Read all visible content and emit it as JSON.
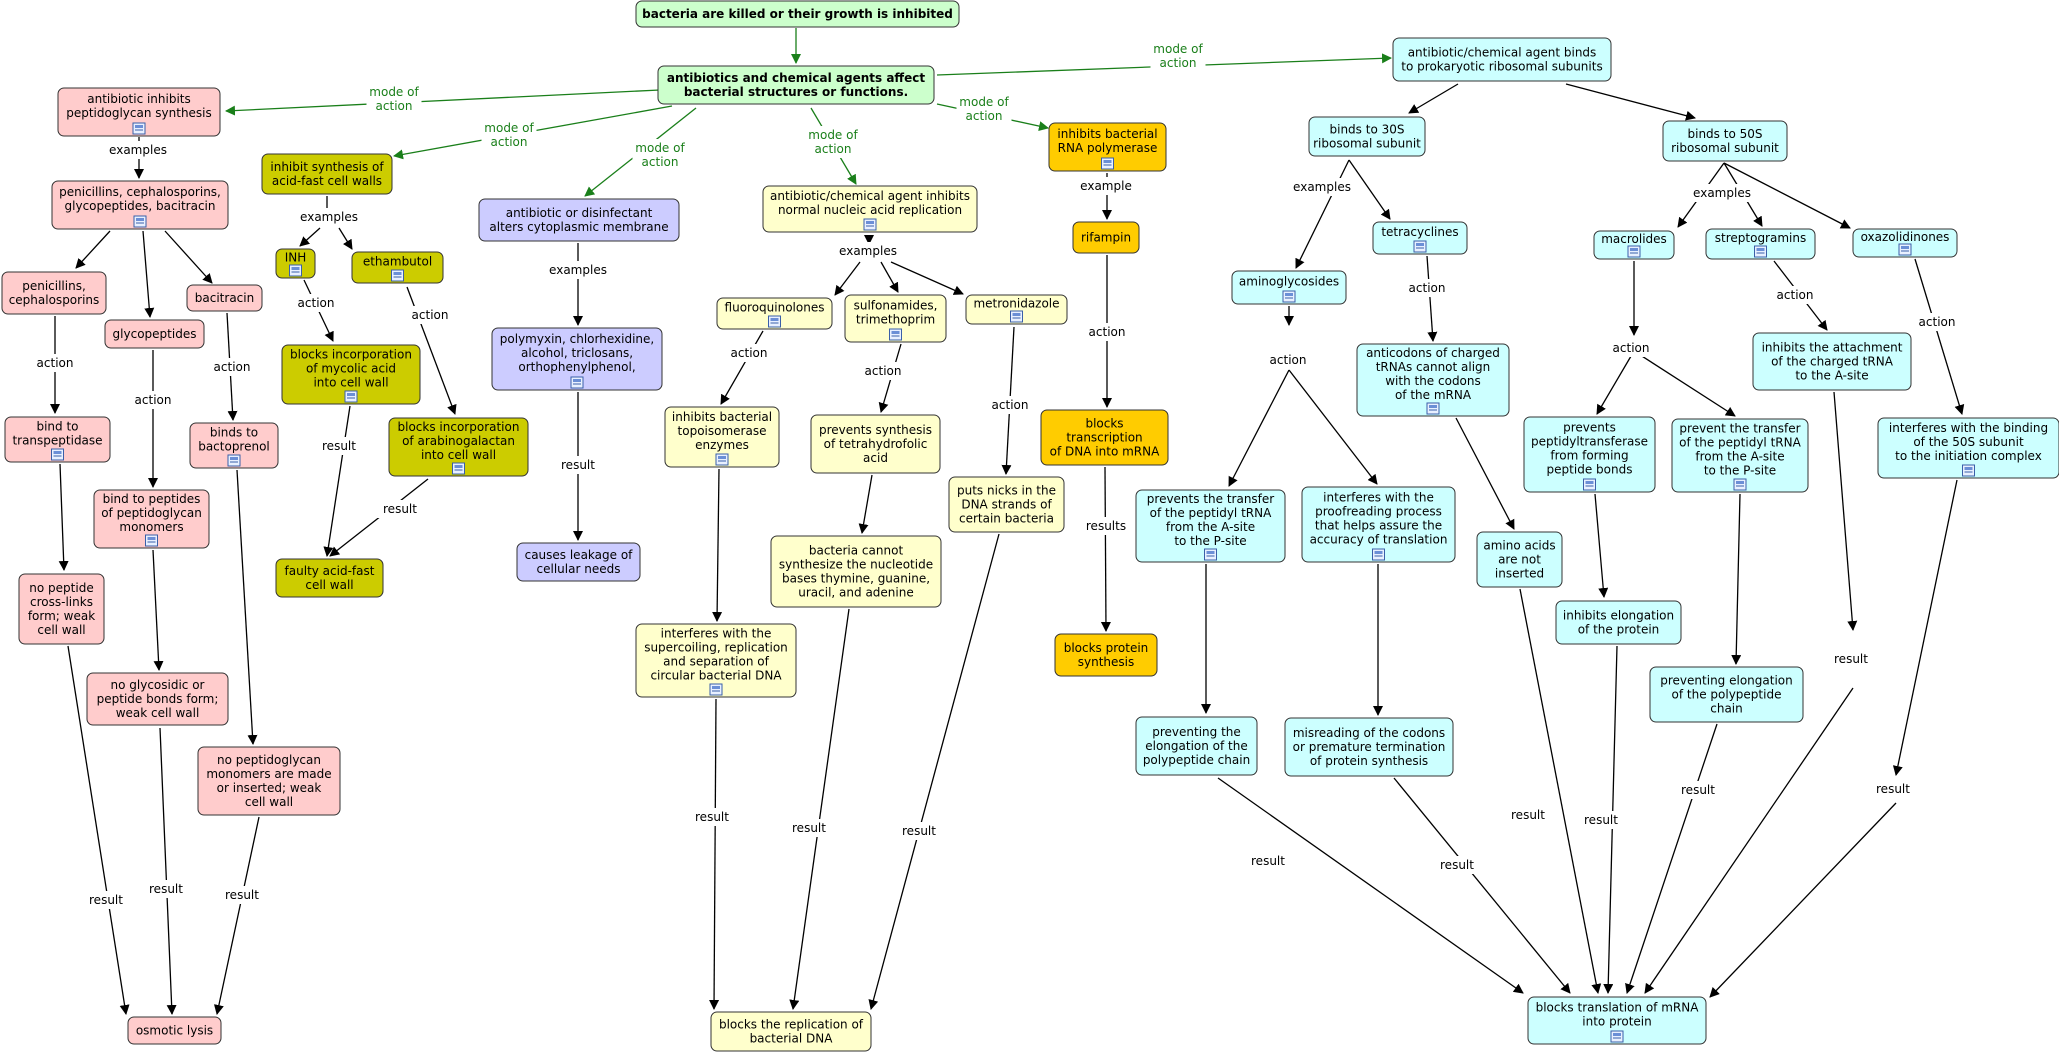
{
  "colors": {
    "green": "#ccffcc",
    "pink": "#ffcccc",
    "olive": "#cccc00",
    "lavender": "#ccccff",
    "cream": "#ffffcc",
    "orange": "#ffcc00",
    "cyan": "#ccffff",
    "linkLabelGreen": "#1a7f1a",
    "edge": "#000000"
  },
  "nodes": [
    {
      "id": "root",
      "lines": [
        "bacteria are killed or their growth is inhibited"
      ],
      "color": "green",
      "bold": true
    },
    {
      "id": "abx",
      "lines": [
        "antibiotics and chemical agents affect",
        "bacterial structures or functions."
      ],
      "color": "green",
      "bold": true
    },
    {
      "id": "pep",
      "lines": [
        "antibiotic inhibits",
        "peptidoglycan synthesis"
      ],
      "color": "pink",
      "icon": true
    },
    {
      "id": "penlist",
      "lines": [
        "penicillins, cephalosporins,",
        "glycopeptides, bacitracin"
      ],
      "color": "pink",
      "icon": true
    },
    {
      "id": "pencep",
      "lines": [
        "penicillins,",
        "cephalosporins"
      ],
      "color": "pink"
    },
    {
      "id": "glyco",
      "lines": [
        "glycopeptides"
      ],
      "color": "pink"
    },
    {
      "id": "baci",
      "lines": [
        "bacitracin"
      ],
      "color": "pink"
    },
    {
      "id": "bindtp",
      "lines": [
        "bind to",
        "transpeptidase"
      ],
      "color": "pink",
      "icon": true
    },
    {
      "id": "bindpep",
      "lines": [
        "bind to peptides",
        "of peptidoglycan",
        "monomers"
      ],
      "color": "pink",
      "icon": true
    },
    {
      "id": "bactop",
      "lines": [
        "binds to",
        "bactoprenol"
      ],
      "color": "pink",
      "icon": true
    },
    {
      "id": "nocross",
      "lines": [
        "no peptide",
        "cross-links",
        "form; weak",
        "cell wall"
      ],
      "color": "pink"
    },
    {
      "id": "noglyc",
      "lines": [
        "no glycosidic or",
        "peptide bonds form;",
        "weak cell wall"
      ],
      "color": "pink"
    },
    {
      "id": "nomono",
      "lines": [
        "no peptidoglycan",
        "monomers are made",
        "or inserted; weak",
        "cell wall"
      ],
      "color": "pink"
    },
    {
      "id": "lysis",
      "lines": [
        "osmotic lysis"
      ],
      "color": "pink"
    },
    {
      "id": "acidfast",
      "lines": [
        "inhibit synthesis of",
        "acid-fast cell walls"
      ],
      "color": "olive"
    },
    {
      "id": "inh",
      "lines": [
        "INH"
      ],
      "color": "olive",
      "icon": true
    },
    {
      "id": "etham",
      "lines": [
        "ethambutol"
      ],
      "color": "olive",
      "icon": true
    },
    {
      "id": "mycolic",
      "lines": [
        "blocks incorporation",
        "of mycolic acid",
        "into cell wall"
      ],
      "color": "olive",
      "icon": true
    },
    {
      "id": "arabino",
      "lines": [
        "blocks incorporation",
        "of arabinogalactan",
        "into cell wall"
      ],
      "color": "olive",
      "icon": true
    },
    {
      "id": "faulty",
      "lines": [
        "faulty acid-fast",
        "cell wall"
      ],
      "color": "olive"
    },
    {
      "id": "membrane",
      "lines": [
        "antibiotic or disinfectant",
        "alters cytoplasmic membrane"
      ],
      "color": "lavender"
    },
    {
      "id": "polymyxin",
      "lines": [
        "polymyxin, chlorhexidine,",
        "alcohol, triclosans,",
        "orthophenylphenol,"
      ],
      "color": "lavender",
      "icon": true
    },
    {
      "id": "leak",
      "lines": [
        "causes leakage of",
        "cellular needs"
      ],
      "color": "lavender"
    },
    {
      "id": "nucleic",
      "lines": [
        "antibiotic/chemical agent inhibits",
        "normal nucleic acid replication"
      ],
      "color": "cream",
      "icon": true
    },
    {
      "id": "fluoro",
      "lines": [
        "fluoroquinolones"
      ],
      "color": "cream",
      "icon": true
    },
    {
      "id": "sulfon",
      "lines": [
        "sulfonamides,",
        "trimethoprim"
      ],
      "color": "cream",
      "icon": true
    },
    {
      "id": "metro",
      "lines": [
        "metronidazole"
      ],
      "color": "cream",
      "icon": true
    },
    {
      "id": "topo",
      "lines": [
        "inhibits bacterial",
        "topoisomerase",
        "enzymes"
      ],
      "color": "cream",
      "icon": true
    },
    {
      "id": "tetrahyd",
      "lines": [
        "prevents synthesis",
        "of tetrahydrofolic",
        "acid"
      ],
      "color": "cream"
    },
    {
      "id": "nicks",
      "lines": [
        "puts nicks in the",
        "DNA strands of",
        "certain bacteria"
      ],
      "color": "cream"
    },
    {
      "id": "nosynth",
      "lines": [
        "bacteria cannot",
        "synthesize the nucleotide",
        "bases thymine, guanine,",
        "uracil, and adenine"
      ],
      "color": "cream"
    },
    {
      "id": "supercoil",
      "lines": [
        "interferes with the",
        "supercoiling, replication",
        "and separation of",
        "circular bacterial DNA"
      ],
      "color": "cream",
      "icon": true
    },
    {
      "id": "blockrep",
      "lines": [
        "blocks the replication of",
        "bacterial DNA"
      ],
      "color": "cream"
    },
    {
      "id": "rnapol",
      "lines": [
        "inhibits bacterial",
        "RNA polymerase"
      ],
      "color": "orange",
      "icon": true
    },
    {
      "id": "rifampin",
      "lines": [
        "rifampin"
      ],
      "color": "orange"
    },
    {
      "id": "blocktx",
      "lines": [
        "blocks",
        "transcription",
        "of DNA into mRNA"
      ],
      "color": "orange"
    },
    {
      "id": "blockprot",
      "lines": [
        "blocks protein",
        "synthesis"
      ],
      "color": "orange"
    },
    {
      "id": "ribo",
      "lines": [
        "antibiotic/chemical agent binds",
        "to prokaryotic ribosomal subunits"
      ],
      "color": "cyan"
    },
    {
      "id": "s30",
      "lines": [
        "binds to 30S",
        "ribosomal subunit"
      ],
      "color": "cyan"
    },
    {
      "id": "s50",
      "lines": [
        "binds to 50S",
        "ribosomal subunit"
      ],
      "color": "cyan"
    },
    {
      "id": "amino",
      "lines": [
        "aminoglycosides"
      ],
      "color": "cyan",
      "icon": true
    },
    {
      "id": "tetra",
      "lines": [
        "tetracyclines"
      ],
      "color": "cyan",
      "icon": true
    },
    {
      "id": "macro",
      "lines": [
        "macrolides"
      ],
      "color": "cyan",
      "icon": true
    },
    {
      "id": "strepto",
      "lines": [
        "streptogramins"
      ],
      "color": "cyan",
      "icon": true
    },
    {
      "id": "oxaz",
      "lines": [
        "oxazolidinones"
      ],
      "color": "cyan",
      "icon": true
    },
    {
      "id": "anticodon",
      "lines": [
        "anticodons of charged",
        "tRNAs cannot align",
        "with the codons",
        "of the mRNA"
      ],
      "color": "cyan",
      "icon": true
    },
    {
      "id": "prevtrans1",
      "lines": [
        "prevents the transfer",
        "of the peptidyl tRNA",
        "from the A-site",
        "to the P-site"
      ],
      "color": "cyan",
      "icon": true
    },
    {
      "id": "proofread",
      "lines": [
        "interferes with the",
        "proofreading process",
        "that helps assure the",
        "accuracy of translation"
      ],
      "color": "cyan",
      "icon": true
    },
    {
      "id": "aanot",
      "lines": [
        "amino acids",
        "are not",
        "inserted"
      ],
      "color": "cyan"
    },
    {
      "id": "peptrans",
      "lines": [
        "prevents",
        "peptidyltransferase",
        "from forming",
        "peptide bonds"
      ],
      "color": "cyan",
      "icon": true
    },
    {
      "id": "prevtrans2",
      "lines": [
        "prevent the transfer",
        "of the peptidyl tRNA",
        "from the A-site",
        "to the P-site"
      ],
      "color": "cyan",
      "icon": true
    },
    {
      "id": "attach",
      "lines": [
        "inhibits the attachment",
        "of the charged tRNA",
        "to the A-site"
      ],
      "color": "cyan"
    },
    {
      "id": "interfere50",
      "lines": [
        "interferes with the binding",
        "of the 50S subunit",
        "to the initiation complex"
      ],
      "color": "cyan",
      "icon": true
    },
    {
      "id": "inhelong",
      "lines": [
        "inhibits elongation",
        "of the protein"
      ],
      "color": "cyan"
    },
    {
      "id": "prevelong",
      "lines": [
        "preventing elongation",
        "of the polypeptide",
        "chain"
      ],
      "color": "cyan"
    },
    {
      "id": "prevelong1",
      "lines": [
        "preventing the",
        "elongation of the",
        "polypeptide chain"
      ],
      "color": "cyan"
    },
    {
      "id": "misread",
      "lines": [
        "misreading of the codons",
        "or premature termination",
        "of protein synthesis"
      ],
      "color": "cyan"
    },
    {
      "id": "blocktl",
      "lines": [
        "blocks translation of mRNA",
        "into protein"
      ],
      "color": "cyan",
      "icon": true
    }
  ],
  "linkLabels": [
    {
      "id": "ml1",
      "lines": [
        "mode of",
        "action"
      ],
      "green": true
    },
    {
      "id": "ml2",
      "lines": [
        "mode of",
        "action"
      ],
      "green": true
    },
    {
      "id": "ml3",
      "lines": [
        "mode of",
        "action"
      ],
      "green": true
    },
    {
      "id": "ml4",
      "lines": [
        "mode of",
        "action"
      ],
      "green": true
    },
    {
      "id": "ml5",
      "lines": [
        "mode of",
        "action"
      ],
      "green": true
    },
    {
      "id": "ml6",
      "lines": [
        "mode of",
        "action"
      ],
      "green": true
    },
    {
      "id": "ex1",
      "lines": [
        "examples"
      ]
    },
    {
      "id": "ex2",
      "lines": [
        "examples"
      ]
    },
    {
      "id": "ex3",
      "lines": [
        "examples"
      ]
    },
    {
      "id": "ex4",
      "lines": [
        "examples"
      ]
    },
    {
      "id": "ex5",
      "lines": [
        "example"
      ]
    },
    {
      "id": "ex6",
      "lines": [
        "examples"
      ]
    },
    {
      "id": "ex7",
      "lines": [
        "examples"
      ]
    },
    {
      "id": "ac1",
      "lines": [
        "action"
      ]
    },
    {
      "id": "ac2",
      "lines": [
        "action"
      ]
    },
    {
      "id": "ac3",
      "lines": [
        "action"
      ]
    },
    {
      "id": "ac4",
      "lines": [
        "action"
      ]
    },
    {
      "id": "ac5",
      "lines": [
        "action"
      ]
    },
    {
      "id": "ac6",
      "lines": [
        "action"
      ]
    },
    {
      "id": "ac7",
      "lines": [
        "action"
      ]
    },
    {
      "id": "ac8",
      "lines": [
        "action"
      ]
    },
    {
      "id": "ac9",
      "lines": [
        "action"
      ]
    },
    {
      "id": "ac10",
      "lines": [
        "action"
      ]
    },
    {
      "id": "ac11",
      "lines": [
        "action"
      ]
    },
    {
      "id": "ac12",
      "lines": [
        "action"
      ]
    },
    {
      "id": "ac13",
      "lines": [
        "action"
      ]
    },
    {
      "id": "ac14",
      "lines": [
        "action"
      ]
    },
    {
      "id": "rs1",
      "lines": [
        "result"
      ]
    },
    {
      "id": "rs2",
      "lines": [
        "result"
      ]
    },
    {
      "id": "rs3",
      "lines": [
        "result"
      ]
    },
    {
      "id": "rs4",
      "lines": [
        "result"
      ]
    },
    {
      "id": "rs5",
      "lines": [
        "result"
      ]
    },
    {
      "id": "rs6",
      "lines": [
        "result"
      ]
    },
    {
      "id": "rs7",
      "lines": [
        "result"
      ]
    },
    {
      "id": "rs8",
      "lines": [
        "result"
      ]
    },
    {
      "id": "rs9",
      "lines": [
        "result"
      ]
    },
    {
      "id": "rs10",
      "lines": [
        "results"
      ]
    },
    {
      "id": "rs11",
      "lines": [
        "result"
      ]
    },
    {
      "id": "rs12",
      "lines": [
        "result"
      ]
    },
    {
      "id": "rs13",
      "lines": [
        "result"
      ]
    },
    {
      "id": "rs14",
      "lines": [
        "result"
      ]
    },
    {
      "id": "rs15",
      "lines": [
        "result"
      ]
    },
    {
      "id": "rs16",
      "lines": [
        "result"
      ]
    },
    {
      "id": "rs17",
      "lines": [
        "result"
      ]
    }
  ]
}
